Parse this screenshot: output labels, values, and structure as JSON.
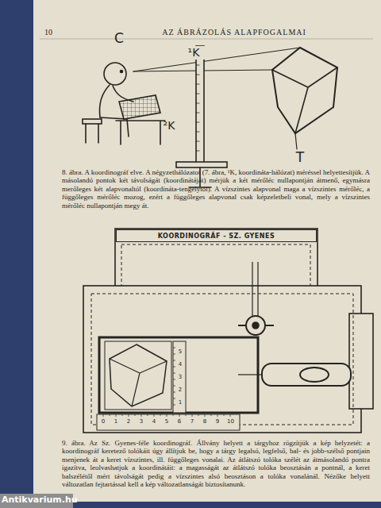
{
  "diagram": {
    "title": "AZ ÁBRÁZOLÁS ALAPFOGALMAI",
    "nodes": [
      {
        "text": [
          "KOORDINOGRÁF - SZ. GYENES"
        ]
      }
    ],
    "labels": [
      "10",
      "C",
      "¹K",
      "²K",
      "T",
      "8. ábra. A koordinográf elve. A négyzethálózatot (7. ábra, ¹K, koordináta-hálózat) méréssel helyettesítjük. A másolandó pontok két távolságát (koordinátáját) mérjük a két mérőléc nullapontján átmenő, egymásra merőleges két alapvonaltól (koordináta-tengelytől). A vízszintes alapvonal maga a vízszintes mérőléc, a függőleges mérőléc mozog, ezért a függőleges alapvonal csak képzeletbeli vonal, mely a vízszintes mérőléc nullapontján megy át.",
      "0",
      "1",
      "2",
      "3",
      "4",
      "5",
      "6",
      "7",
      "8",
      "9",
      "10",
      "1",
      "2",
      "3",
      "4",
      "5",
      "9. ábra. Az Sz. Gyenes-féle koordinográf. Állvány helyett a tárgyhoz rögzítjük a kép helyzetét: a koordinográf keretező tolókáit úgy állítjuk be, hogy a tárgy legalsó, legfelső, bal- és jobb-szélső pontjain menjenek át a keret vízszintes, ill. függőleges vonalai. Az átlátszó tolóka szélét az átmásolandó pontra igazítva, leolvashatjuk a koordinátáit: a magasságát az átlátszó tolóka beosztásán a pontnál, a keret balszélétől mért távolságát pedig a vízszintes alsó beosztáson a tolóka vonalánál. Nézőke helyett változatlan fejtartással kell a kép változatlanságát biztosítanunk.",
      "Antikvarium.hu"
    ]
  }
}
